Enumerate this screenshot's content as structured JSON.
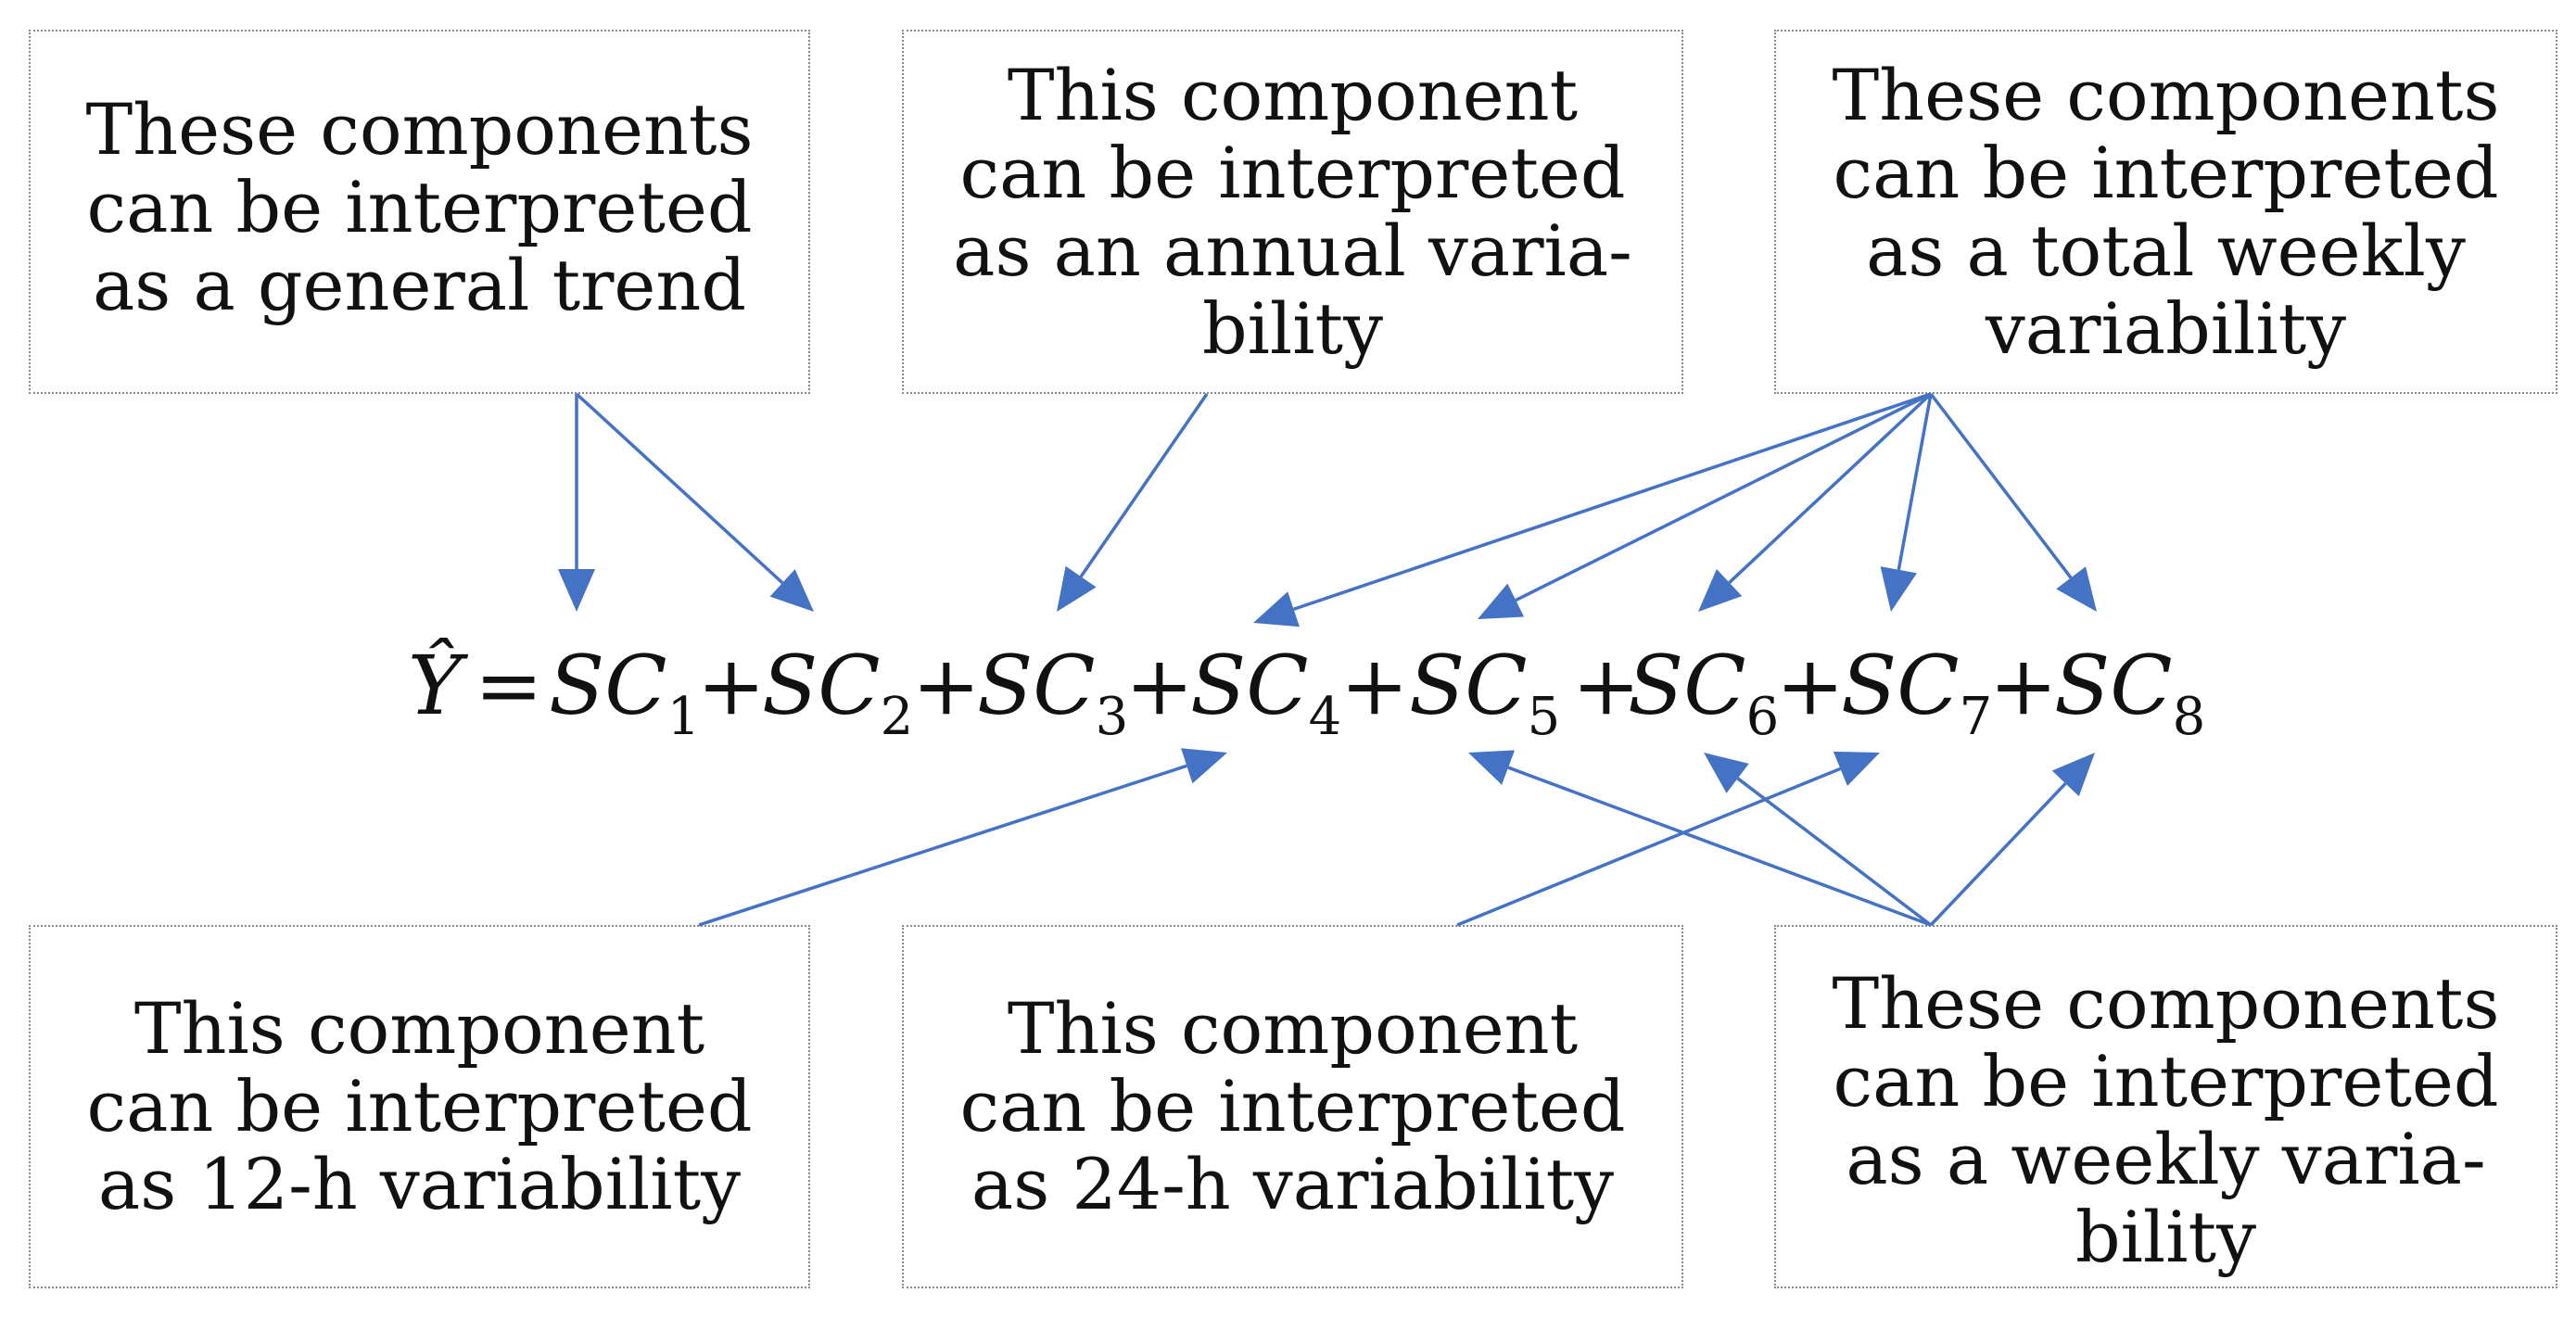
{
  "boxes": {
    "general_trend": "These components\ncan be interpreted\nas a general trend",
    "annual": "This component\ncan be interpreted\nas an annual varia-\nbility",
    "total_weekly": "These components\ncan be interpreted\nas a total weekly\nvariability",
    "h12": "This component\ncan be interpreted\nas 12-h variability",
    "h24": "This component\ncan be interpreted\nas 24-h variability",
    "weekly": "These components\ncan be interpreted\nas a weekly varia-\nbility"
  },
  "equation": {
    "lhs": "Ŷ",
    "equals": "=",
    "plus": "+",
    "term_symbol": "SC",
    "subscripts": [
      "1",
      "2",
      "3",
      "4",
      "5",
      "6",
      "7",
      "8"
    ]
  },
  "colors": {
    "arrow": "#4472c4",
    "box_border": "#8a8a8a",
    "text": "#111111"
  }
}
